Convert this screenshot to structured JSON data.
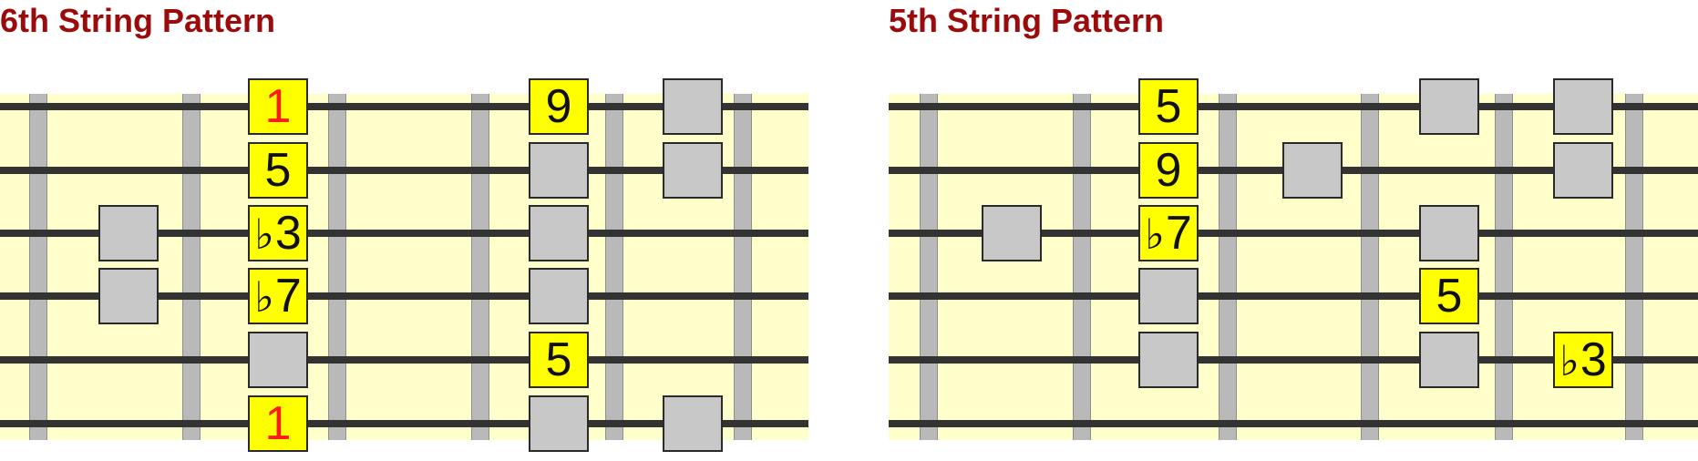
{
  "colors": {
    "title": "#9b0b0b",
    "fretboard": "#ffffcc",
    "fret": "#b9b9b9",
    "string": "#333333",
    "interval_box": "#ffff00",
    "blank_box": "#c8c8c8",
    "root_text": "#ff1a1a"
  },
  "diagrams": [
    {
      "title": "6th String Pattern",
      "notes": [
        {
          "string": 1,
          "label": "1",
          "root": true
        },
        {
          "string": 2,
          "label": "5"
        },
        {
          "string": 3,
          "label": "♭3"
        },
        {
          "string": 4,
          "label": "♭7"
        },
        {
          "string": 5,
          "label": ""
        },
        {
          "string": 6,
          "label": "1",
          "root": true
        },
        {
          "string": 1,
          "label": "9"
        },
        {
          "string": 2,
          "label": ""
        },
        {
          "string": 3,
          "label": ""
        },
        {
          "string": 4,
          "label": ""
        },
        {
          "string": 5,
          "label": "5"
        },
        {
          "string": 6,
          "label": ""
        },
        {
          "string": 3,
          "label": ""
        },
        {
          "string": 4,
          "label": ""
        },
        {
          "string": 1,
          "label": ""
        },
        {
          "string": 2,
          "label": ""
        },
        {
          "string": 6,
          "label": ""
        }
      ]
    },
    {
      "title": "5th String Pattern",
      "notes": [
        {
          "string": 1,
          "label": "5"
        },
        {
          "string": 2,
          "label": "9"
        },
        {
          "string": 3,
          "label": "♭7"
        },
        {
          "string": 4,
          "label": ""
        },
        {
          "string": 5,
          "label": ""
        },
        {
          "string": 3,
          "label": ""
        },
        {
          "string": 2,
          "label": ""
        },
        {
          "string": 1,
          "label": ""
        },
        {
          "string": 3,
          "label": ""
        },
        {
          "string": 4,
          "label": "5"
        },
        {
          "string": 5,
          "label": ""
        },
        {
          "string": 1,
          "label": ""
        },
        {
          "string": 2,
          "label": ""
        },
        {
          "string": 5,
          "label": "♭3"
        }
      ]
    }
  ]
}
